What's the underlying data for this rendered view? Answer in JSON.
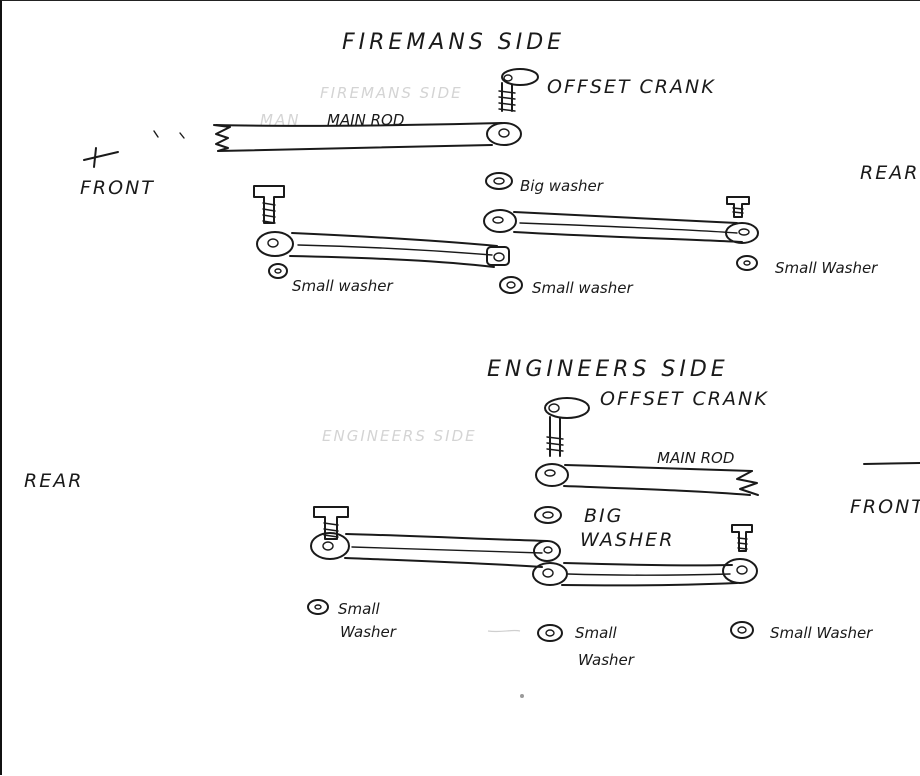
{
  "fireman_side": {
    "title": "FIREMANS SIDE",
    "offset_crank": "OFFSET CRANK",
    "main_rod": "MAIN ROD",
    "main_rod_faint": "MAN",
    "front": "FRONT",
    "rear": "REAR",
    "big_washer": "Big washer",
    "small_washer_left": "Small washer",
    "small_washer_middle": "Small washer",
    "small_washer_right": "Small Washer",
    "faint_title": "FIREMANS SIDE"
  },
  "engineer_side": {
    "title": "ENGINEERS SIDE",
    "offset_crank": "OFFSET CRANK",
    "main_rod": "MAIN ROD",
    "rear": "REAR",
    "front": "FRONT",
    "big_washer_line1": "BIG",
    "big_washer_line2": "WASHER",
    "small_washer_left_line1": "Small",
    "small_washer_left_line2": "Washer",
    "small_washer_middle_line1": "Small",
    "small_washer_middle_line2": "Washer",
    "small_washer_right": "Small Washer",
    "faint_title": "ENGINEERS SIDE"
  }
}
